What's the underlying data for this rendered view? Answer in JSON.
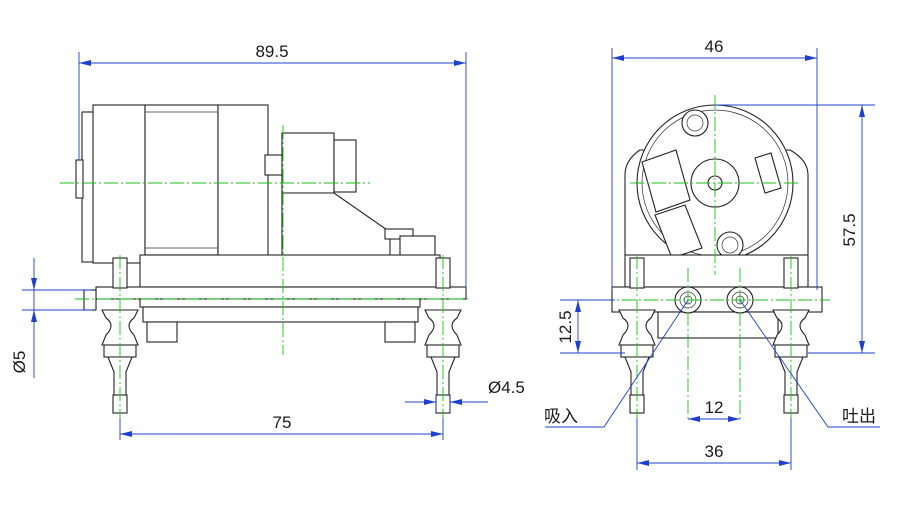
{
  "dimensions": {
    "side_length": "89.5",
    "side_base": "75",
    "nozzle_dia": "Ø5",
    "barb_dia": "Ø4.5",
    "front_width": "46",
    "front_height": "57.5",
    "front_port_height": "12.5",
    "front_port_pitch": "12",
    "front_base": "36"
  },
  "labels": {
    "inlet": "吸入",
    "outlet": "吐出"
  }
}
